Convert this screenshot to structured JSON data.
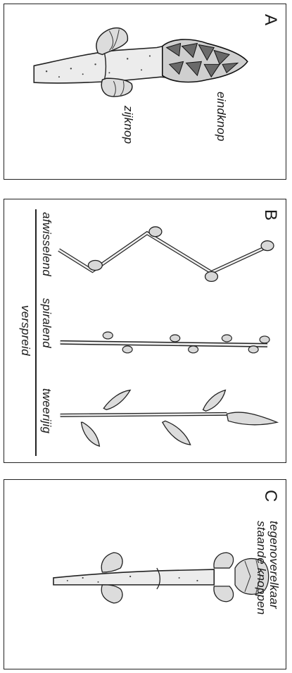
{
  "panels": {
    "a": {
      "letter": "A",
      "label_end_bud": "eindknop",
      "label_side_bud": "zijknop"
    },
    "b": {
      "letter": "B",
      "label_alternate": "afwisselend",
      "label_spiral": "spiralend",
      "label_two_row": "tweerijig",
      "label_scattered": "verspreid"
    },
    "c": {
      "letter": "C",
      "label_line1": "tegenoverelkaar",
      "label_line2": "staande knoppen"
    }
  }
}
